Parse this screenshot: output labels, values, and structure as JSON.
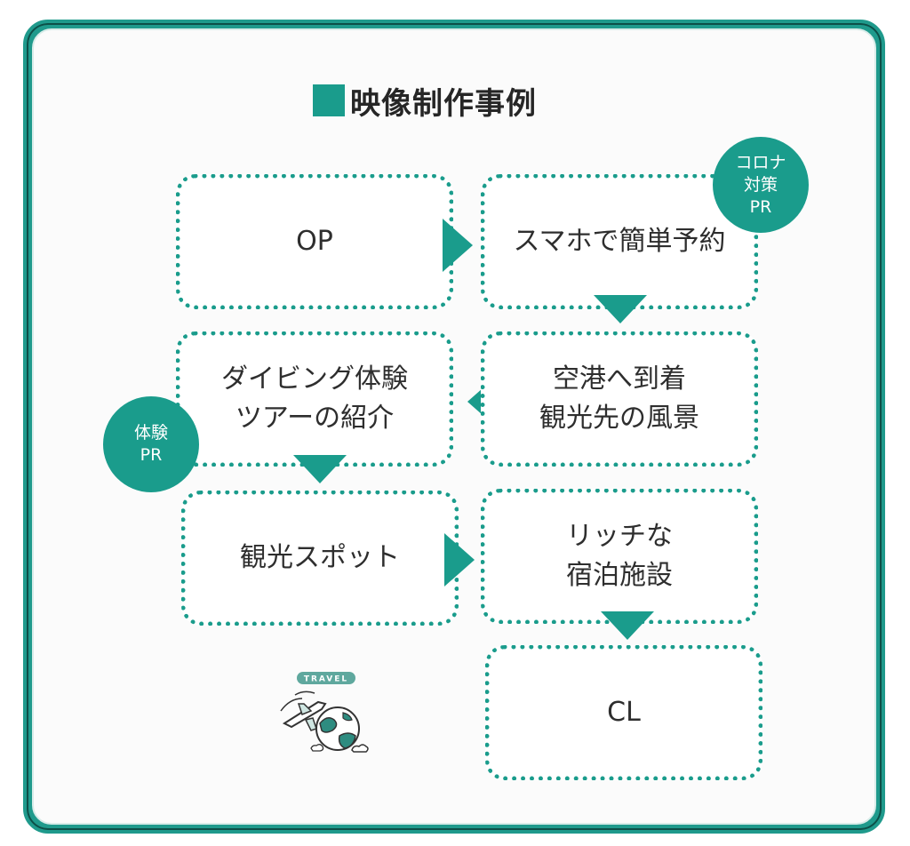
{
  "title": "映像制作事例",
  "nodes": {
    "op": "OP",
    "smartphone": "スマホで簡単予約",
    "airport": "空港へ到着\n観光先の風景",
    "diving": "ダイビング体験\nツアーの紹介",
    "spots": "観光スポット",
    "facility": "リッチな\n宿泊施設",
    "cl": "CL"
  },
  "badges": {
    "corona": "コロナ\n対策\nPR",
    "experience": "体験\nPR"
  },
  "travel_icon": {
    "label": "TRAVEL",
    "icon": "globe-airplane-icon"
  },
  "colors": {
    "accent": "#1a9c8c",
    "frame": "#1f9a8c",
    "background": "#fbfbfb"
  }
}
